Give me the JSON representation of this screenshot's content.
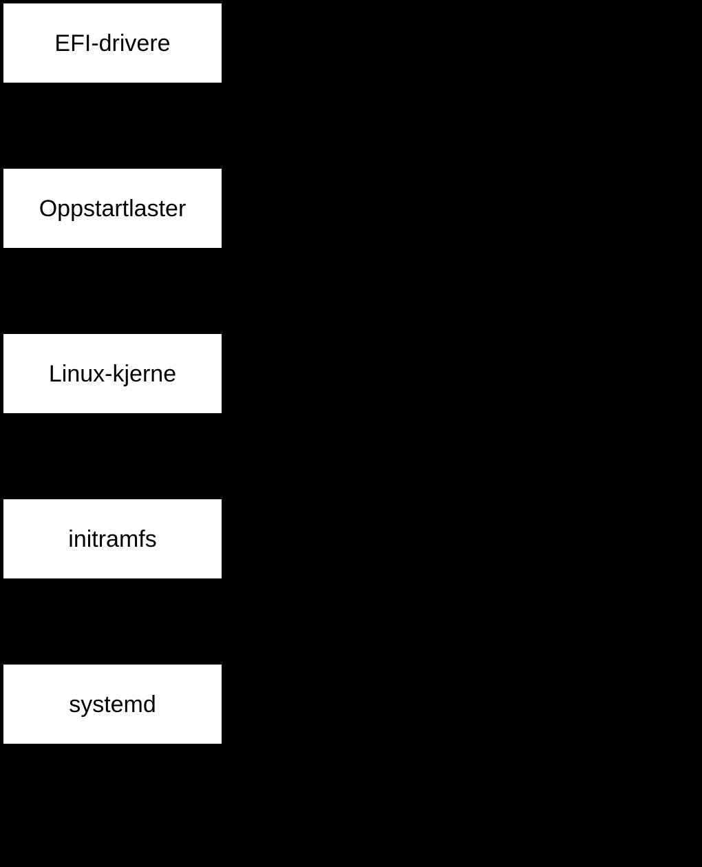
{
  "diagram": {
    "type": "flowchart",
    "orientation": "vertical",
    "colors": {
      "background": "#000000",
      "node_fill": "#ffffff",
      "node_text": "#000000"
    },
    "nodes": [
      {
        "id": "efi-drivere",
        "label": "EFI-drivere"
      },
      {
        "id": "oppstartlaster",
        "label": "Oppstartlaster"
      },
      {
        "id": "linux-kjerne",
        "label": "Linux-kjerne"
      },
      {
        "id": "initramfs",
        "label": "initramfs"
      },
      {
        "id": "systemd",
        "label": "systemd"
      }
    ]
  }
}
